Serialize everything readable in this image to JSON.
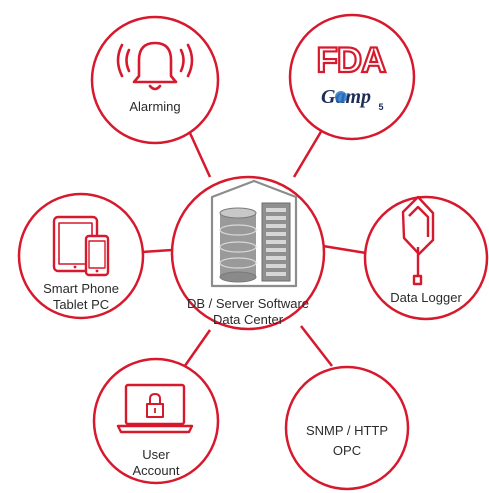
{
  "colors": {
    "accent": "#d7192d",
    "gray": "#8c8c8c",
    "fda_red": "#d7192d",
    "gamp_blue": "#1c2e55"
  },
  "center": {
    "line1": "DB / Server Software",
    "line2": "Data Center",
    "icon": "server-database-icon"
  },
  "nodes": {
    "alarming": {
      "label": "Alarming",
      "icon": "bell-icon"
    },
    "compliance": {
      "fda_text": "FDA",
      "gamp_text": "Gamp",
      "gamp_version": "5",
      "icon": "fda-gamp-logo"
    },
    "logger": {
      "label": "Data Logger",
      "icon": "data-logger-icon"
    },
    "snmp": {
      "line1": "SNMP / HTTP",
      "line2": "OPC"
    },
    "account": {
      "line1": "User",
      "line2": "Account",
      "icon": "laptop-lock-icon"
    },
    "mobile": {
      "line1": "Smart Phone",
      "line2": "Tablet PC",
      "icon": "tablet-phone-icon"
    }
  }
}
